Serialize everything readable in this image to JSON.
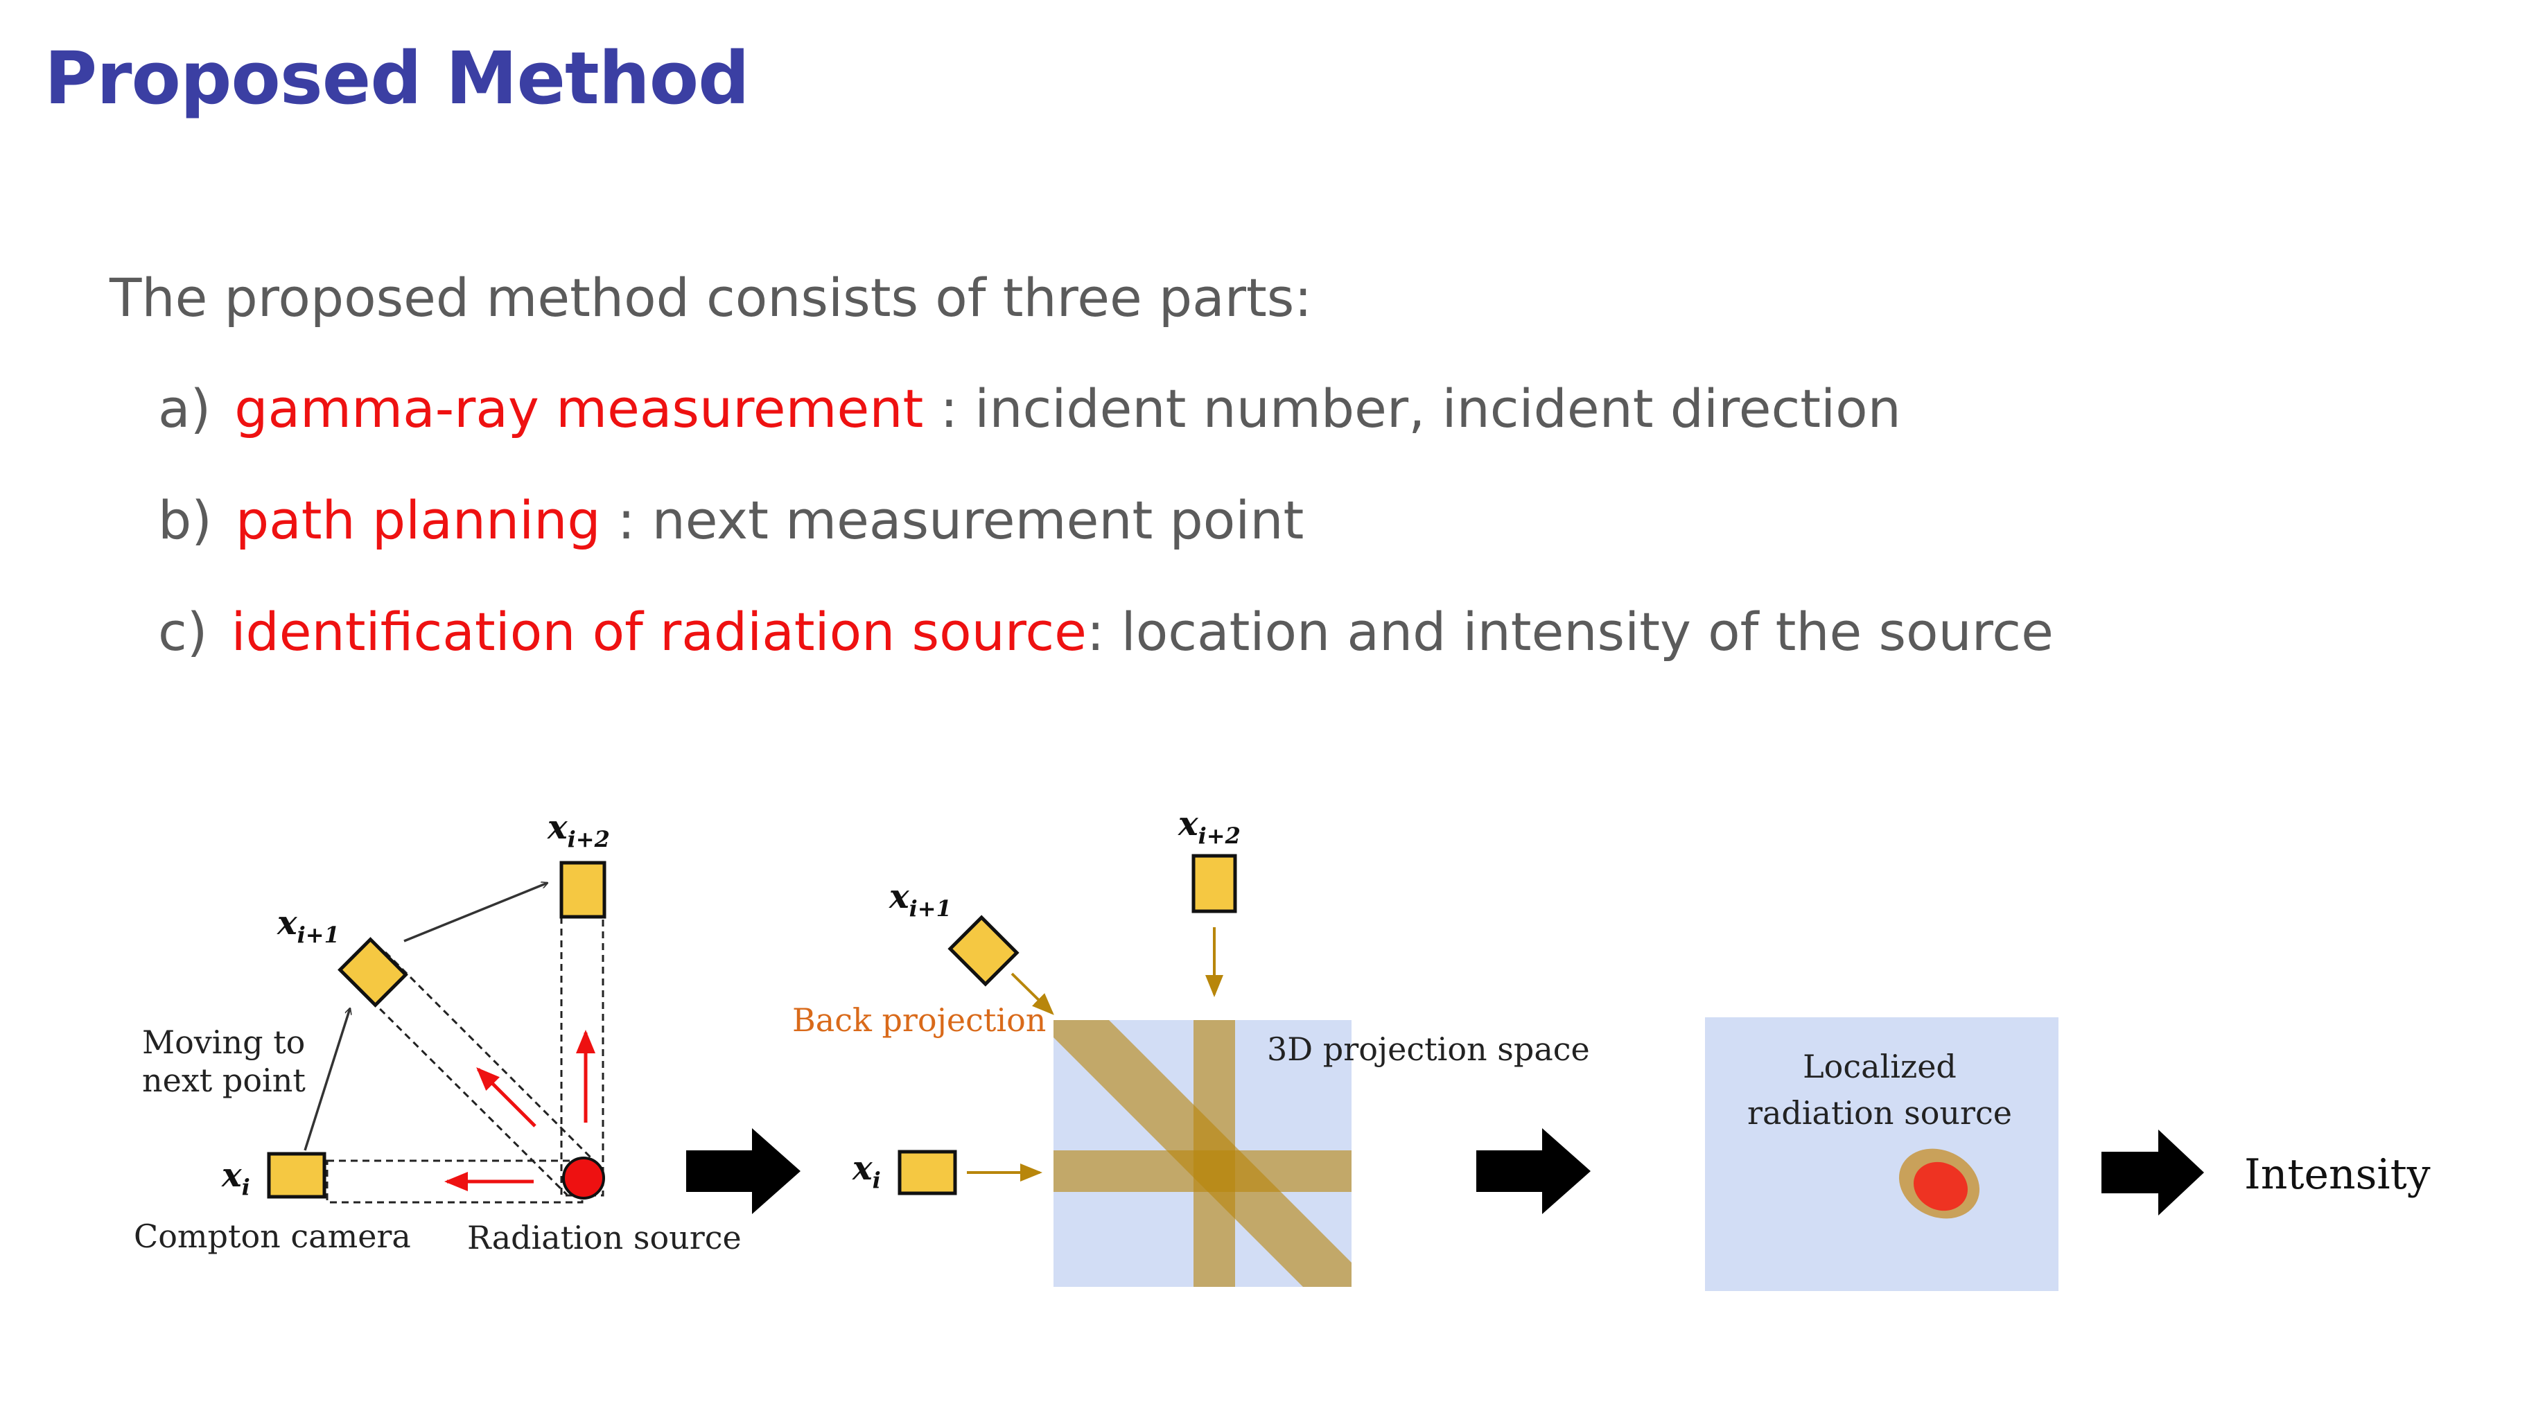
{
  "slide": {
    "title": "Proposed Method",
    "intro": "The proposed method consists of three parts:",
    "items": [
      {
        "marker": "a)",
        "highlight": "gamma-ray measurement",
        "sep": " : ",
        "rest": "incident number, incident direction"
      },
      {
        "marker": "b)",
        "highlight": "path planning",
        "sep": " : ",
        "rest": "next measurement point"
      },
      {
        "marker": "c)",
        "highlight": "identification of radiation source",
        "sep": ": ",
        "rest": "location and intensity of the source"
      }
    ]
  },
  "diagram": {
    "labels": {
      "moving_line1": "Moving to",
      "moving_line2": "next point",
      "compton_camera": "Compton camera",
      "radiation_source": "Radiation source",
      "back_projection": "Back projection",
      "projection_space": "3D projection space",
      "localized_line1": "Localized",
      "localized_line2": "radiation source",
      "intensity": "Intensity"
    },
    "points": {
      "xi": "x",
      "xi_sub": "i",
      "xi1": "x",
      "xi1_sub": "i+1",
      "xi2": "x",
      "xi2_sub": "i+2"
    },
    "colors": {
      "camera_fill": "#f5c842",
      "source": "#ee1111",
      "beam": "#b8860b",
      "space_fill": "#d2ddf5",
      "back_projection_text": "#d96a1a",
      "arrow": "#000000"
    }
  }
}
